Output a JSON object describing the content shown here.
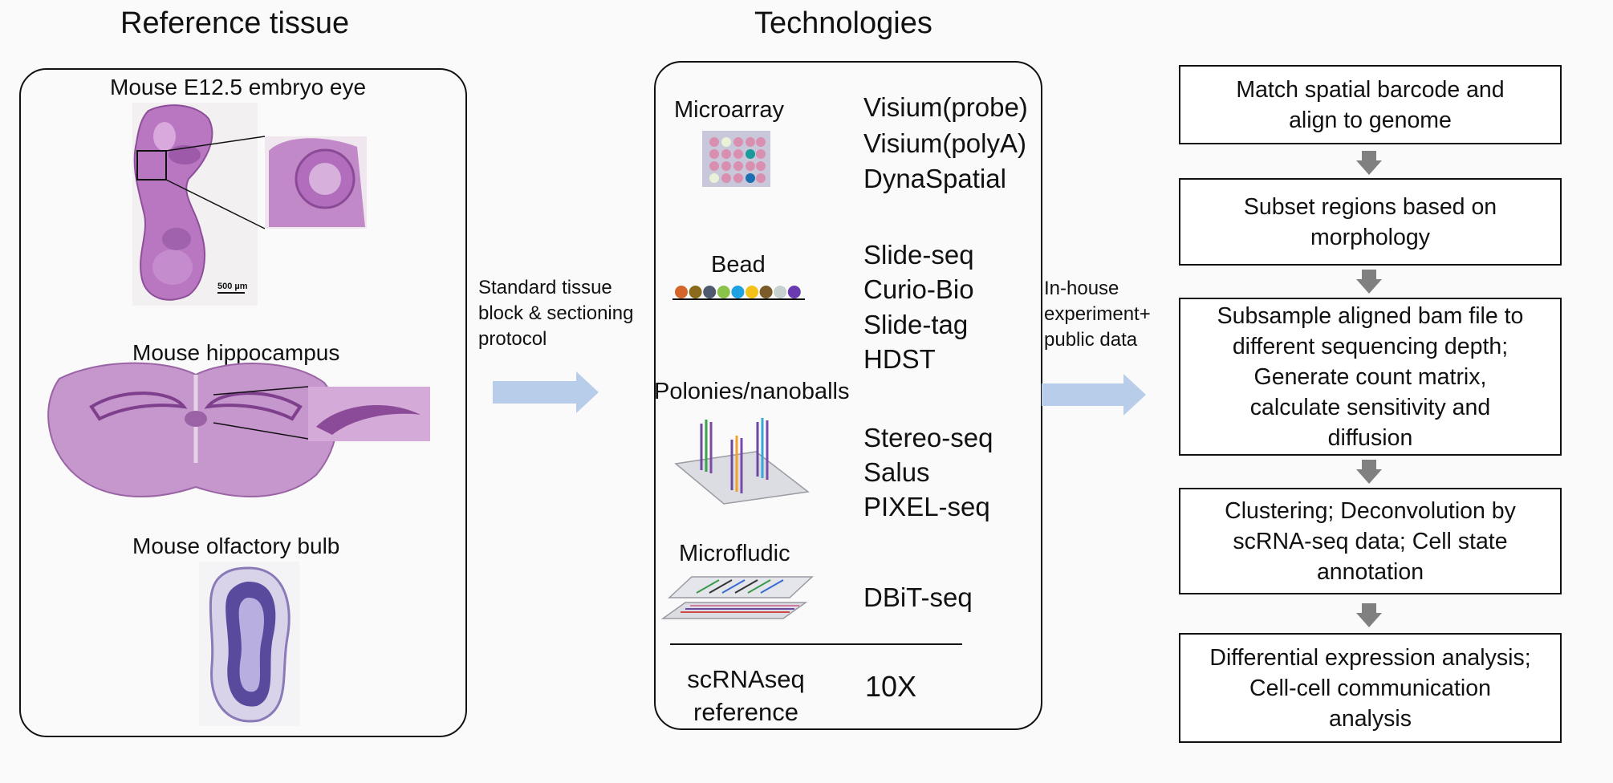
{
  "reference_tissue": {
    "title": "Reference tissue",
    "tissues": [
      {
        "label": "Mouse E12.5 embryo eye",
        "scale": "500 µm"
      },
      {
        "label": "Mouse hippocampus"
      },
      {
        "label": "Mouse olfactory bulb"
      }
    ]
  },
  "arrow_left_label": [
    "Standard tissue",
    "block & sectioning",
    "protocol"
  ],
  "technologies": {
    "title": "Technologies",
    "categories": [
      "Microarray",
      "Bead",
      "Polonies/nanoballs",
      "Microfludic"
    ],
    "microarray_tech": [
      "Visium(probe)",
      "Visium(polyA)",
      "DynaSpatial"
    ],
    "bead_tech": [
      "Slide-seq",
      "Curio-Bio",
      "Slide-tag",
      "HDST"
    ],
    "polony_tech": [
      "Stereo-seq",
      "Salus",
      "PIXEL-seq"
    ],
    "microfluidic_tech": [
      "DBiT-seq"
    ],
    "reference": {
      "label_line1": "scRNAseq",
      "label_line2": "reference",
      "tech": "10X"
    }
  },
  "arrow_right_label": [
    "In-house",
    "experiment+",
    "public data"
  ],
  "pipeline": [
    [
      "Match spatial barcode and",
      "align to genome"
    ],
    [
      "Subset regions based on",
      "morphology"
    ],
    [
      "Subsample aligned bam file to",
      "different sequencing depth;",
      "Generate count matrix,",
      "calculate sensitivity and",
      "diffusion"
    ],
    [
      "Clustering; Deconvolution by",
      "scRNA-seq data; Cell state",
      "annotation"
    ],
    [
      "Differential expression analysis;",
      "Cell-cell communication",
      "analysis"
    ]
  ],
  "colors": {
    "flow_arrow": "#b8cdea",
    "down_arrow": "#808080",
    "he_stain": "#b36bbd",
    "bead_colors": [
      "#d4662a",
      "#8a6a1c",
      "#505a6e",
      "#8bc34a",
      "#1da1e0",
      "#f2c218",
      "#7b5b2a",
      "#c7d2ce",
      "#6a3bb0"
    ]
  }
}
